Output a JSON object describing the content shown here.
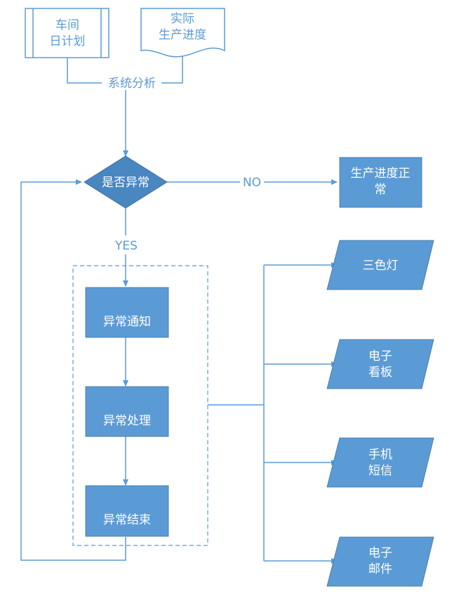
{
  "colors": {
    "fill": "#5b9bd5",
    "stroke": "#5b9bd5",
    "edge": "#41719c",
    "text_light": "#5b9bd5",
    "text_white": "#ffffff"
  },
  "nodes": {
    "workshop_plan": {
      "line1": "车间",
      "line2": "日计划"
    },
    "actual_progress": {
      "line1": "实际",
      "line2": "生产进度"
    },
    "decision": {
      "label": "是否异常"
    },
    "normal": {
      "line1": "生产进度正",
      "line2": "常"
    },
    "notify": {
      "label": "异常通知"
    },
    "handle": {
      "label": "异常处理"
    },
    "finish": {
      "label": "异常结束"
    },
    "out_light": {
      "label": "三色灯"
    },
    "out_board": {
      "line1": "电子",
      "line2": "看板"
    },
    "out_sms": {
      "line1": "手机",
      "line2": "短信"
    },
    "out_email": {
      "line1": "电子",
      "line2": "邮件"
    }
  },
  "edge_labels": {
    "analysis": "系统分析",
    "no": "NO",
    "yes": "YES"
  }
}
